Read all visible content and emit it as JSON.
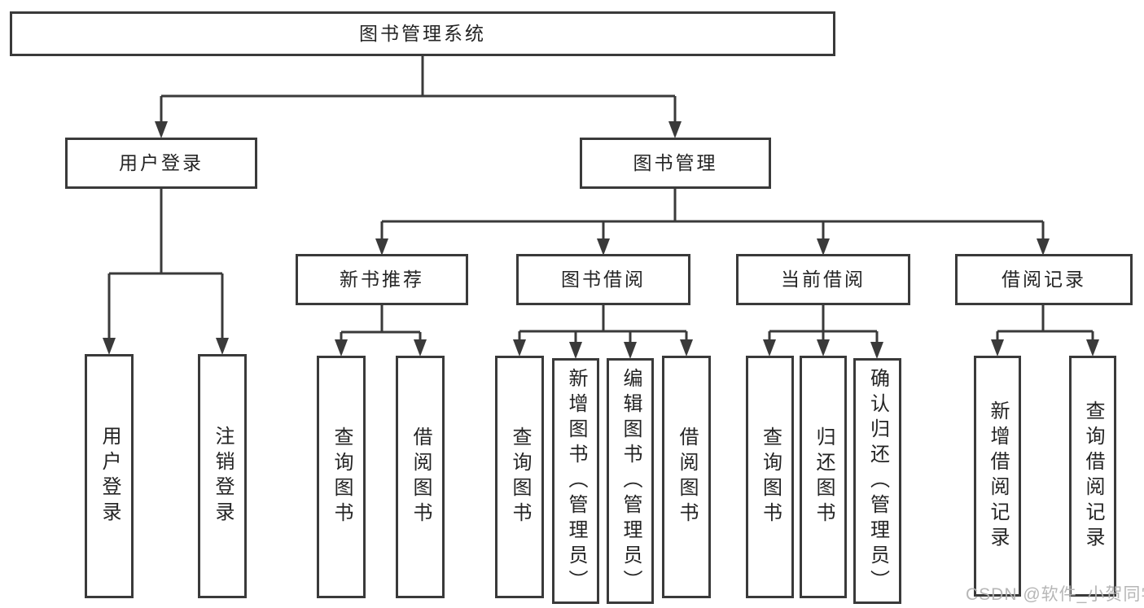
{
  "root": {
    "label": "图书管理系统"
  },
  "branches": {
    "user_login": {
      "label": "用户登录",
      "children": [
        {
          "label": "用户登录"
        },
        {
          "label": "注销登录"
        }
      ]
    },
    "book_management": {
      "label": "图书管理",
      "sections": [
        {
          "label": "新书推荐",
          "children": [
            {
              "label": "查询图书"
            },
            {
              "label": "借阅图书"
            }
          ]
        },
        {
          "label": "图书借阅",
          "children": [
            {
              "label": "查询图书"
            },
            {
              "label": "新增图书（管理员）"
            },
            {
              "label": "编辑图书（管理员）"
            },
            {
              "label": "借阅图书"
            }
          ]
        },
        {
          "label": "当前借阅",
          "children": [
            {
              "label": "查询图书"
            },
            {
              "label": "归还图书"
            },
            {
              "label": "确认归还（管理员）"
            }
          ]
        },
        {
          "label": "借阅记录",
          "children": [
            {
              "label": "新增借阅记录"
            },
            {
              "label": "查询借阅记录"
            }
          ]
        }
      ]
    }
  },
  "watermark": {
    "text": "CSDN @软件_小贺同学"
  },
  "colors": {
    "line": "#3a3a3a",
    "box_border": "#3a3a3a",
    "text": "#242424",
    "watermark": "#b3b3b3",
    "background": "#ffffff"
  }
}
